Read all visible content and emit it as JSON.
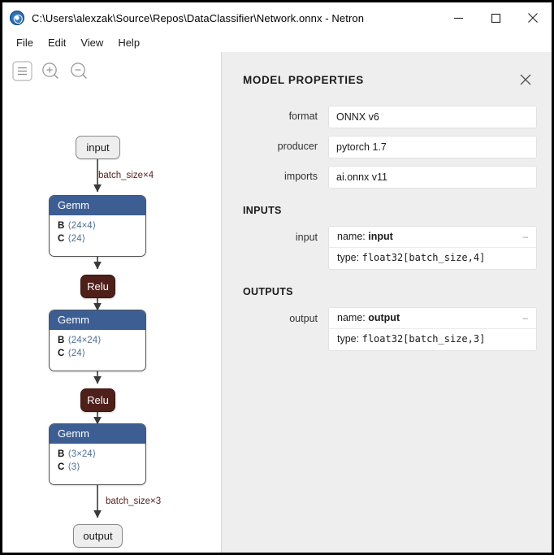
{
  "window": {
    "title": "C:\\Users\\alexzak\\Source\\Repos\\DataClassifier\\Network.onnx - Netron",
    "app_icon": "netron-logo-icon",
    "controls": {
      "minimize": "minimize-icon",
      "maximize": "maximize-icon",
      "close": "close-icon"
    }
  },
  "menubar": {
    "items": [
      {
        "label": "File"
      },
      {
        "label": "Edit"
      },
      {
        "label": "View"
      },
      {
        "label": "Help"
      }
    ]
  },
  "toolbar": {
    "buttons": [
      {
        "icon": "menu-icon",
        "label": "Menu"
      },
      {
        "icon": "zoom-in-icon",
        "label": "Zoom In"
      },
      {
        "icon": "zoom-out-icon",
        "label": "Zoom Out"
      }
    ]
  },
  "graph": {
    "nodes": [
      {
        "id": "input",
        "kind": "io",
        "label": "input"
      },
      {
        "id": "gemm1",
        "kind": "op",
        "label": "Gemm",
        "attributes": [
          {
            "key": "B",
            "value": "⟨24×4⟩"
          },
          {
            "key": "C",
            "value": "⟨24⟩"
          }
        ]
      },
      {
        "id": "relu1",
        "kind": "act",
        "label": "Relu"
      },
      {
        "id": "gemm2",
        "kind": "op",
        "label": "Gemm",
        "attributes": [
          {
            "key": "B",
            "value": "⟨24×24⟩"
          },
          {
            "key": "C",
            "value": "⟨24⟩"
          }
        ]
      },
      {
        "id": "relu2",
        "kind": "act",
        "label": "Relu"
      },
      {
        "id": "gemm3",
        "kind": "op",
        "label": "Gemm",
        "attributes": [
          {
            "key": "B",
            "value": "⟨3×24⟩"
          },
          {
            "key": "C",
            "value": "⟨3⟩"
          }
        ]
      },
      {
        "id": "output",
        "kind": "io",
        "label": "output"
      }
    ],
    "edge_labels": [
      {
        "id": "e_in",
        "text": "batch_size×4"
      },
      {
        "id": "e_out",
        "text": "batch_size×3"
      }
    ],
    "colors": {
      "op_header": "#3c5e93",
      "activation": "#4f1f1a",
      "io_fill": "#eeeeee",
      "edge_label": "#5a2020",
      "attr_value": "#4f6f92"
    }
  },
  "sidebar": {
    "title": "MODEL PROPERTIES",
    "close_icon": "close-icon",
    "properties": [
      {
        "label": "format",
        "value": "ONNX v6"
      },
      {
        "label": "producer",
        "value": "pytorch 1.7"
      },
      {
        "label": "imports",
        "value": "ai.onnx v11"
      }
    ],
    "inputs": {
      "heading": "INPUTS",
      "items": [
        {
          "label": "input",
          "name_prefix": "name:",
          "name_value": "input",
          "type_prefix": "type:",
          "type_value": "float32[batch_size,4]",
          "toggle": "–"
        }
      ]
    },
    "outputs": {
      "heading": "OUTPUTS",
      "items": [
        {
          "label": "output",
          "name_prefix": "name:",
          "name_value": "output",
          "type_prefix": "type:",
          "type_value": "float32[batch_size,3]",
          "toggle": "–"
        }
      ]
    }
  }
}
